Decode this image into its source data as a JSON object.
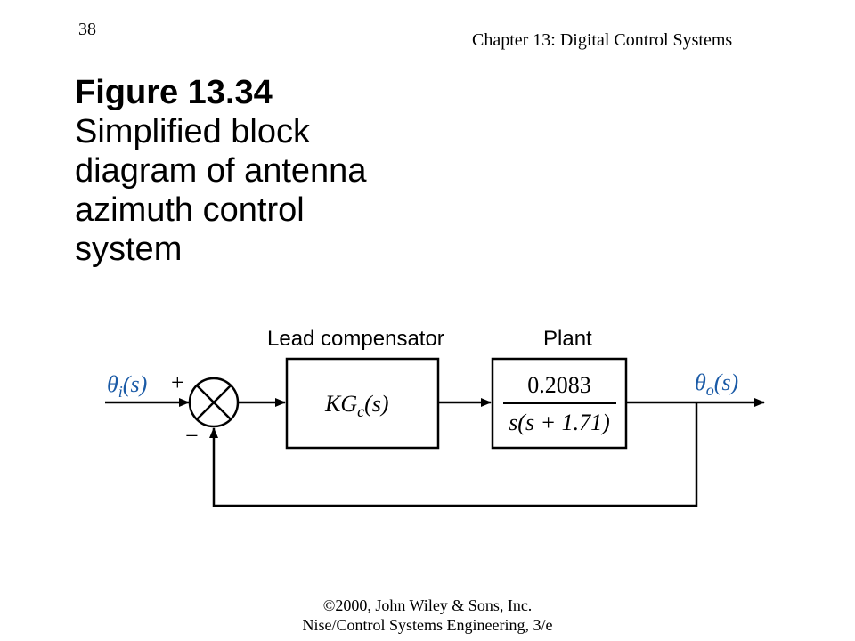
{
  "header": {
    "page_number": "38",
    "chapter": "Chapter 13: Digital Control Systems"
  },
  "figure": {
    "number": "Figure 13.34",
    "caption": "Simplified block\ndiagram of antenna\nazimuth control\nsystem"
  },
  "diagram": {
    "input_label": "θi(s)",
    "output_label": "θo(s)",
    "plus_sign": "+",
    "minus_sign": "−",
    "compensator_title": "Lead compensator",
    "compensator_tf": "KGc(s)",
    "plant_title": "Plant",
    "plant_numerator": "0.2083",
    "plant_denominator": "s(s + 1.71)",
    "colors": {
      "signal_labels": "#1a5aa6",
      "lines": "#000000"
    }
  },
  "footer": {
    "line1": "©2000, John Wiley & Sons, Inc.",
    "line2": "Nise/Control Systems Engineering, 3/e"
  }
}
